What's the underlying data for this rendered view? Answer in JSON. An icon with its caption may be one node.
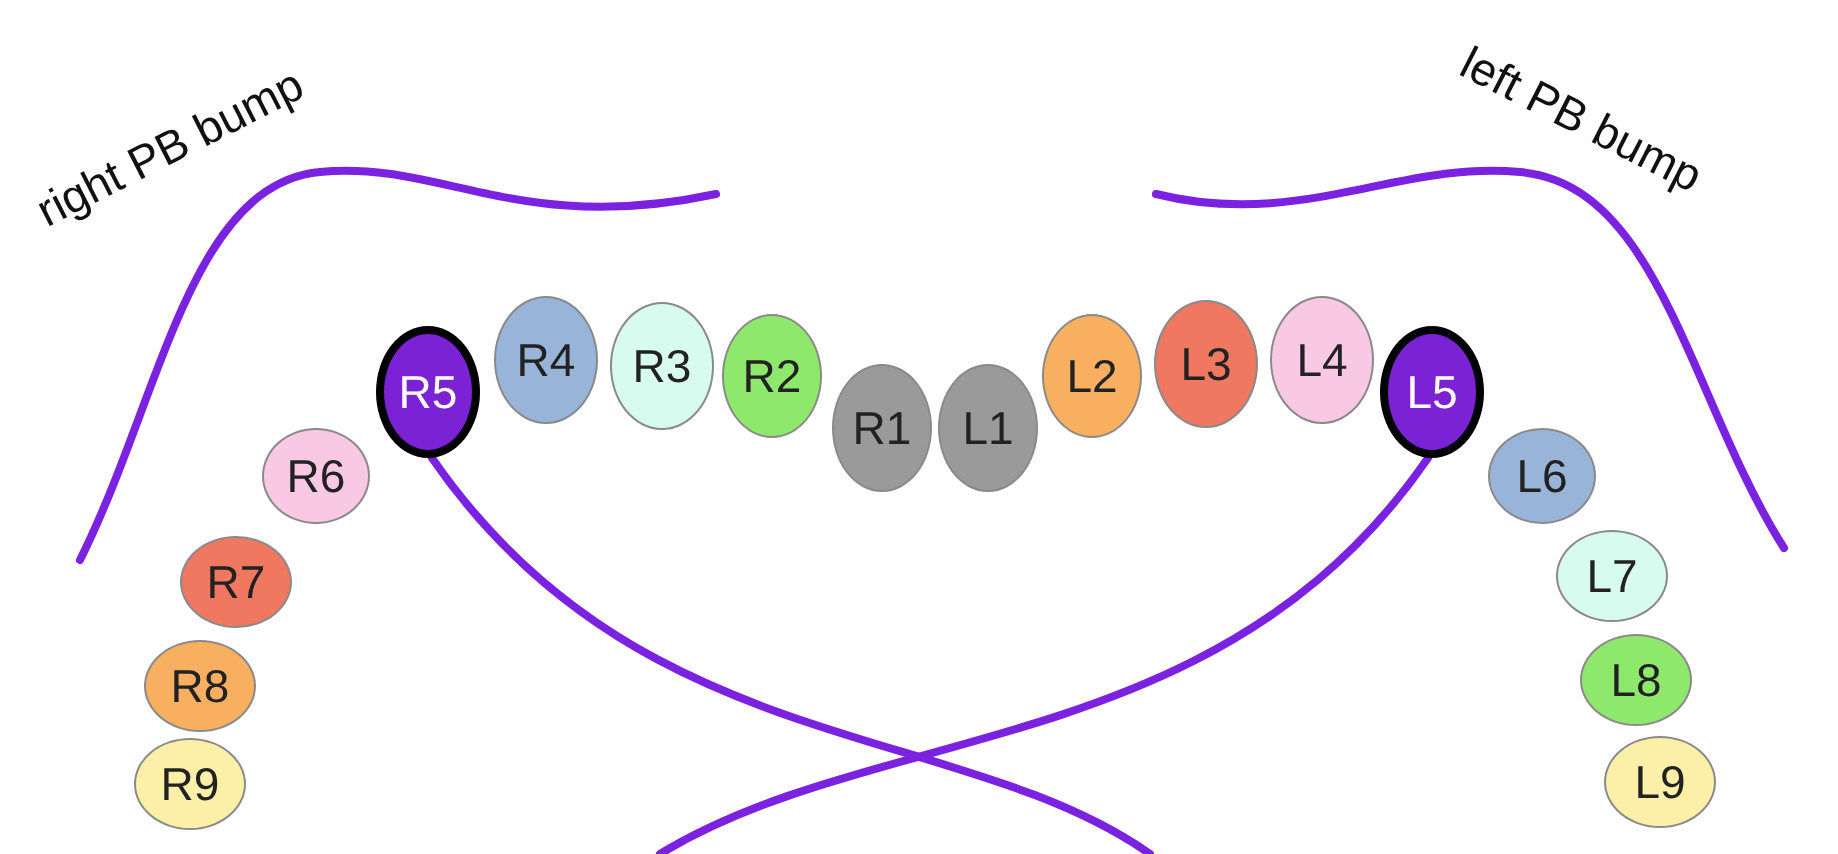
{
  "diagram": {
    "nodes": [
      {
        "text": [
          "R9"
        ]
      },
      {
        "text": [
          "R8"
        ]
      },
      {
        "text": [
          "R7"
        ]
      },
      {
        "text": [
          "R6"
        ]
      },
      {
        "text": [
          "R5"
        ]
      },
      {
        "text": [
          "R4"
        ]
      },
      {
        "text": [
          "R3"
        ]
      },
      {
        "text": [
          "R2"
        ]
      },
      {
        "text": [
          "R1"
        ]
      },
      {
        "text": [
          "L1"
        ]
      },
      {
        "text": [
          "L2"
        ]
      },
      {
        "text": [
          "L3"
        ]
      },
      {
        "text": [
          "L4"
        ]
      },
      {
        "text": [
          "L5"
        ]
      },
      {
        "text": [
          "L6"
        ]
      },
      {
        "text": [
          "L7"
        ]
      },
      {
        "text": [
          "L8"
        ]
      },
      {
        "text": [
          "L9"
        ]
      }
    ],
    "edges": [
      {
        "from": 4,
        "to": null,
        "arrow": "none"
      },
      {
        "from": 13,
        "to": null,
        "arrow": "none"
      }
    ],
    "labels": [
      "right PB bump",
      "left PB bump"
    ]
  }
}
